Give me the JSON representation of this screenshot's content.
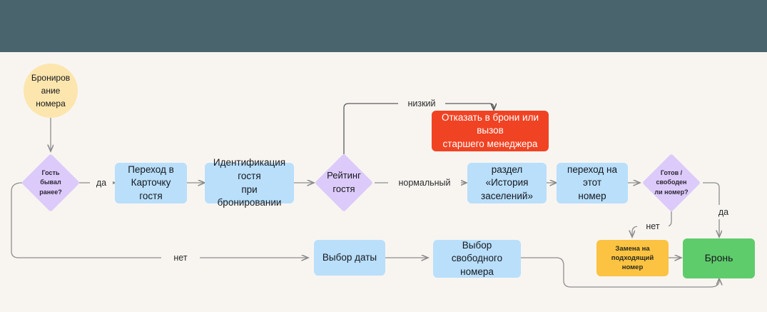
{
  "header": {
    "color": "#4A646D"
  },
  "canvas": {
    "background": "#F8F5F1"
  },
  "palette": {
    "blue": "#B9DFFB",
    "red": "#F04323",
    "orange": "#FBC341",
    "green": "#5FCC6B",
    "yellow_circle": "#FCE6AE",
    "lavender_diamond": "#DCCAFA",
    "edge": "#6E6E6E"
  },
  "nodes": {
    "start": "Бронирование номера",
    "start_l1": "Брониров",
    "start_l2": "ание",
    "start_l3": "номера",
    "guest_known_l1": "Гость",
    "guest_known_l2": "бывал",
    "guest_known_l3": "ранее?",
    "goto_card_l1": "Переход в",
    "goto_card_l2": "Карточку гостя",
    "identify_l1": "Идентификация гостя",
    "identify_l2": "при бронировании",
    "rating_l1": "Рейтинг",
    "rating_l2": "гостя",
    "refuse_l1": "Отказать в брони или вызов",
    "refuse_l2": "старшего менеджера",
    "history_l1": "раздел «История",
    "history_l2": "заселений»",
    "goto_room_l1": "переход на этот",
    "goto_room_l2": "номер",
    "room_ready_l1": "Готов /",
    "room_ready_l2": "свободен",
    "room_ready_l3": "ли номер?",
    "choose_date": "Выбор даты",
    "choose_free_l1": "Выбор свободного",
    "choose_free_l2": "номера",
    "replace_l1": "Замена на подходящий",
    "replace_l2": "номер",
    "booking": "Бронь"
  },
  "edge_labels": {
    "yes_guest": "да",
    "no_guest": "нет",
    "low": "низкий",
    "normal": "нормальный",
    "no_room": "нет",
    "yes_room": "да"
  }
}
